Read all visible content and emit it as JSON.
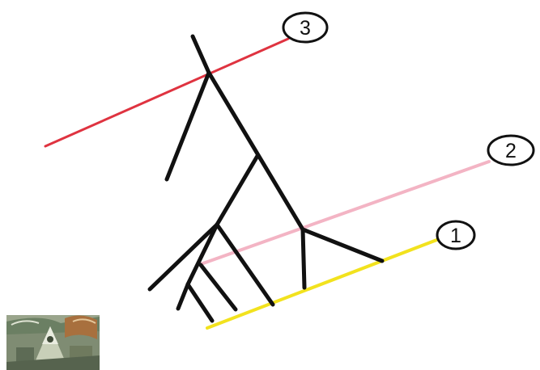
{
  "diagram": {
    "colors": {
      "tree": "#111111",
      "line_1": "#f2e21e",
      "line_2": "#f3b4c4",
      "line_3": "#df3340",
      "circle_stroke": "#111111"
    },
    "labels": [
      {
        "id": "label-1",
        "text": "1",
        "line": "yellow-line"
      },
      {
        "id": "label-2",
        "text": "2",
        "line": "pink-line"
      },
      {
        "id": "label-3",
        "text": "3",
        "line": "red-line"
      }
    ]
  },
  "corner_logo": {
    "name": "illuminati-pyramid-logo"
  }
}
